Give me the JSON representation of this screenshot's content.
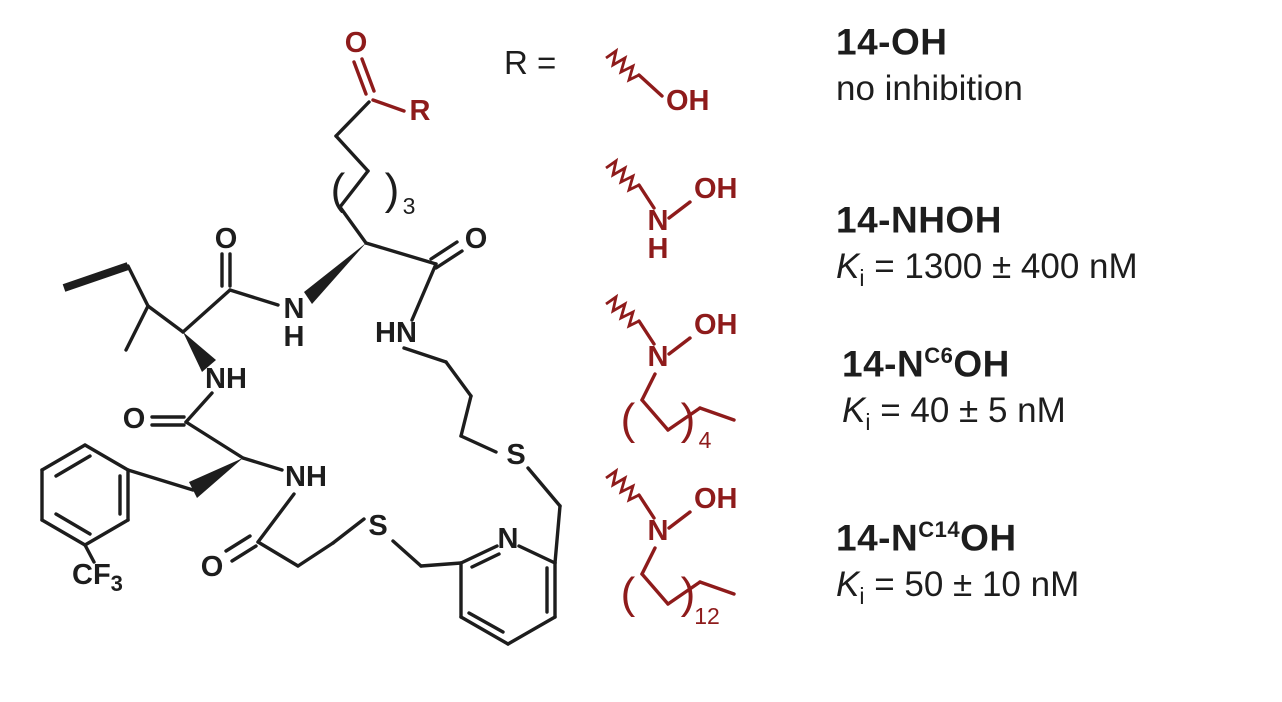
{
  "colors": {
    "accent_dark_red": "#8e1b1b",
    "ink_black": "#1d1d1d"
  },
  "structure": {
    "atoms": {
      "o_top": "O",
      "r_substituent": "R",
      "paren_open": "(",
      "paren_close": ")",
      "repeat_count_top": "3",
      "o_ile_carbonyl": "O",
      "n_amide_top": "N",
      "h_amide_top": "H",
      "o_right_carbonyl": "O",
      "hn_amide_right": "HN",
      "nh_ile": "NH",
      "o_phe_carbonyl": "O",
      "nh_phe": "NH",
      "o_thioether_arm": "O",
      "s_left": "S",
      "s_right": "S",
      "n_pyridine": "N",
      "cf": "CF",
      "cf_sub": "3"
    }
  },
  "r_definition": {
    "label": "R =",
    "options": [
      {
        "oh": "OH"
      },
      {
        "n": "N",
        "h": "H",
        "oh": "OH"
      },
      {
        "n": "N",
        "oh": "OH",
        "paren_open": "(",
        "paren_close": ")",
        "repeat": "4"
      },
      {
        "n": "N",
        "oh": "OH",
        "paren_open": "(",
        "paren_close": ")",
        "repeat": "12"
      }
    ]
  },
  "entries": [
    {
      "name_pre": "14-OH",
      "name_sup": "",
      "name_post": "",
      "result": "no inhibition"
    },
    {
      "name_pre": "14-NHOH",
      "name_sup": "",
      "name_post": "",
      "ki_symbol": "K",
      "ki_sub": "i",
      "ki_value": "= 1300 ± 400 nM"
    },
    {
      "name_pre": "14-N",
      "name_sup": "C6",
      "name_post": "OH",
      "ki_symbol": "K",
      "ki_sub": "i",
      "ki_value": "= 40 ± 5 nM"
    },
    {
      "name_pre": "14-N",
      "name_sup": "C14",
      "name_post": "OH",
      "ki_symbol": "K",
      "ki_sub": "i",
      "ki_value": "= 50 ± 10 nM"
    }
  ]
}
